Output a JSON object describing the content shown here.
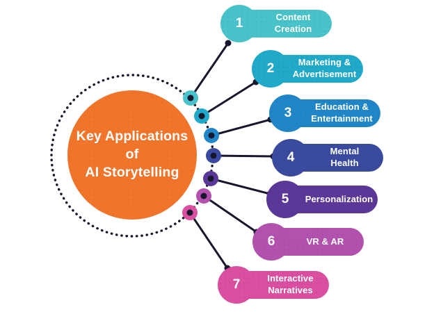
{
  "center": {
    "title": "Key Applications\nof\nAI Storytelling",
    "color": "#F0752B",
    "text_color": "#FFFFFF"
  },
  "connector": {
    "line_color": "#17172D",
    "dotted_ring_color": "#17172D",
    "hole_color": "#17172D"
  },
  "items": [
    {
      "number": "1",
      "label": "Content\nCreation",
      "color": "#49C2C9"
    },
    {
      "number": "2",
      "label": "Marketing &\nAdvertisement",
      "color": "#21A9C9"
    },
    {
      "number": "3",
      "label": "Education &\nEntertainment",
      "color": "#2186C7"
    },
    {
      "number": "4",
      "label": "Mental\nHealth",
      "color": "#3A4B9F"
    },
    {
      "number": "5",
      "label": "Personalization",
      "color": "#5B3897"
    },
    {
      "number": "6",
      "label": "VR & AR",
      "color": "#B351AF"
    },
    {
      "number": "7",
      "label": "Interactive\nNarratives",
      "color": "#DA4FA0"
    }
  ]
}
